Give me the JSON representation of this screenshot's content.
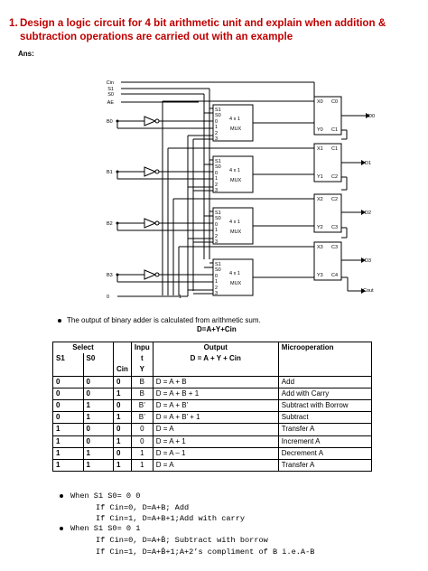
{
  "question": {
    "number": "1.",
    "line1": "Design a logic circuit for 4 bit arithmetic unit and explain when addition &",
    "line2": "subtraction operations are carried out with an example"
  },
  "ans_label": "Ans:",
  "circuit": {
    "control_labels": [
      "Cin",
      "S1",
      "S0",
      "AE"
    ],
    "b_inputs": [
      "B0",
      "B1",
      "B2",
      "B3"
    ],
    "zero_input": "0",
    "one_input": "1",
    "mux_label_top": "4 x 1",
    "mux_label_bottom": "MUX",
    "mux_pins": [
      "S1",
      "S0",
      "0",
      "1",
      "2",
      "3"
    ],
    "adders": [
      {
        "x": "X0",
        "c": "C0",
        "y": "Y0",
        "cout": "C1"
      },
      {
        "x": "X1",
        "c": "C1",
        "y": "Y1",
        "cout": "C2"
      },
      {
        "x": "X2",
        "c": "C2",
        "y": "Y2",
        "cout": "C3"
      },
      {
        "x": "X3",
        "c": "C3",
        "y": "Y3",
        "cout": "C4"
      }
    ],
    "outputs": [
      "D0",
      "D1",
      "D2",
      "D3"
    ],
    "cout": "Cout"
  },
  "bullet_text": "The output of binary adder is calculated from arithmetic sum.",
  "formula": "D=A+Y+Cin",
  "table": {
    "h_select": "Select",
    "h_input_a": "Inpu",
    "h_input_b": "t",
    "h_input_c": "Y",
    "h_output": "Output",
    "h_output_formula": "D = A + Y + Cin",
    "h_micro": "Microoperation",
    "h_s1": "S1",
    "h_s0": "S0",
    "h_cin": "Cin",
    "rows": [
      [
        "0",
        "0",
        "0",
        "B",
        "D = A + B",
        "Add"
      ],
      [
        "0",
        "0",
        "1",
        "B",
        "D = A + B + 1",
        "Add with Carry"
      ],
      [
        "0",
        "1",
        "0",
        "B’",
        "D = A + B’",
        "Subtract with Borrow"
      ],
      [
        "0",
        "1",
        "1",
        "B’",
        "D = A + B’ + 1",
        "Subtract"
      ],
      [
        "1",
        "0",
        "0",
        "0",
        "D = A",
        "Transfer A"
      ],
      [
        "1",
        "0",
        "1",
        "0",
        "D = A + 1",
        "Increment A"
      ],
      [
        "1",
        "1",
        "0",
        "1",
        "D = A – 1",
        "Decrement A"
      ],
      [
        "1",
        "1",
        "1",
        "1",
        "D = A",
        "Transfer A"
      ]
    ]
  },
  "notes": [
    "When S1 S0= 0 0",
    "If Cin=0, D=A+B; Add",
    "If Cin=1, D=A+B+1;Add with carry",
    "When S1 S0= 0 1",
    "If Cin=0, D=A+B̄; Subtract with borrow",
    "If Cin=1, D=A+B̄+1;A+2’s compliment of B i.e.A-B"
  ]
}
